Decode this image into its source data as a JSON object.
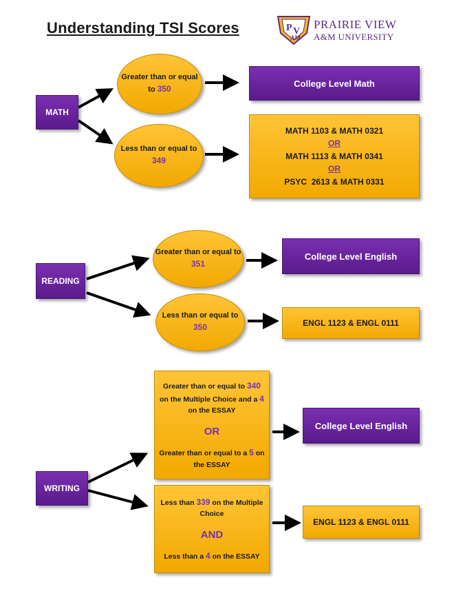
{
  "title": "Understanding TSI Scores",
  "logo": {
    "line1": "PRAIRIE VIEW",
    "line2": "A&M UNIVERSITY",
    "mark": "PVAMU shield logo"
  },
  "colors": {
    "purple": "#6a22a0",
    "gold": "#f7b51c",
    "highlight": "#7a2fb0"
  },
  "math": {
    "label": "MATH",
    "high_oval": {
      "text": "Greater than or equal to",
      "score": "350"
    },
    "low_oval": {
      "text": "Less than or equal to",
      "score": "349"
    },
    "high_result": "College Level Math",
    "low_result": {
      "line1": "MATH 1103 & MATH 0321",
      "or1": "OR",
      "line2": "MATH 1113 & MATH 0341",
      "or2": "OR",
      "line3": "PSYC  2613 & MATH 0331"
    }
  },
  "reading": {
    "label": "READING",
    "high_oval": {
      "text": "Greater than or equal to",
      "score": "351"
    },
    "low_oval": {
      "text": "Less than or equal to",
      "score": "350"
    },
    "high_result": "College Level English",
    "low_result": "ENGL 1123 & ENGL 0111"
  },
  "writing": {
    "label": "WRITING",
    "high_box": {
      "p1_a": "Greater than or equal to",
      "p1_score": "340",
      "p1_b": "on the Multiple Choice and a",
      "p1_essay": "4",
      "p1_c": "on the ESSAY",
      "or": "OR",
      "p2_a": "Greater than or equal to a",
      "p2_essay": "5",
      "p2_b": "on the ESSAY"
    },
    "low_box": {
      "p1_a": "Less than",
      "p1_score": "339",
      "p1_b": "on the Multiple Choice",
      "and": "AND",
      "p2_a": "Less than a",
      "p2_essay": "4",
      "p2_b": "on the ESSAY"
    },
    "high_result": "College Level English",
    "low_result": "ENGL 1123 & ENGL 0111"
  }
}
